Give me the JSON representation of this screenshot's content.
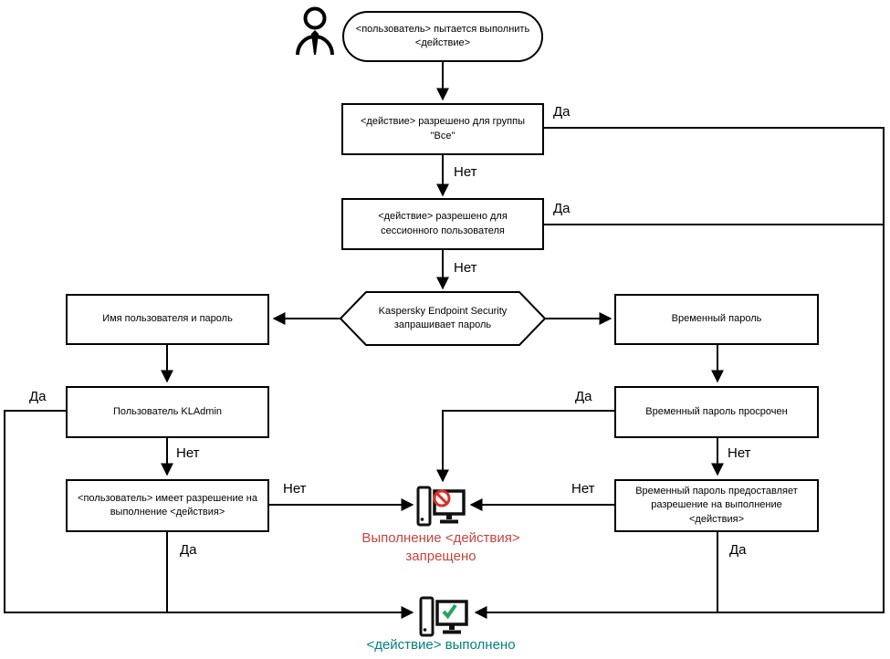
{
  "nodes": {
    "start": "<пользователь> пытается выполнить <действие>",
    "allowed_for_all": "<действие> разрешено для группы \"Все\"",
    "allowed_for_session": "<действие> разрешено для сессионного пользователя",
    "password_prompt": "Kaspersky Endpoint Security запрашивает пароль",
    "username_password": "Имя пользователя и пароль",
    "temporary_password": "Временный пароль",
    "kladmin": "Пользователь KLAdmin",
    "temp_password_expired": "Временный пароль просрочен",
    "user_has_permission": "<пользователь> имеет разрешение на выполнение <действия>",
    "temp_password_grants": "Временный пароль предоставляет разрешение на выполнение <действия>",
    "action_denied": "Выполнение <действия> запрещено",
    "action_completed": "<действие> выполнено"
  },
  "edge_labels": {
    "yes": "Да",
    "no": "Нет"
  },
  "colors": {
    "line": "#000000",
    "denied_text": "#c5453f",
    "completed_text": "#00827d",
    "prohibit_icon": "#d93025",
    "check_icon": "#27a35e"
  },
  "icons": {
    "actor": "person-icon",
    "denied": "computer-prohibited-icon",
    "completed": "computer-check-icon"
  }
}
